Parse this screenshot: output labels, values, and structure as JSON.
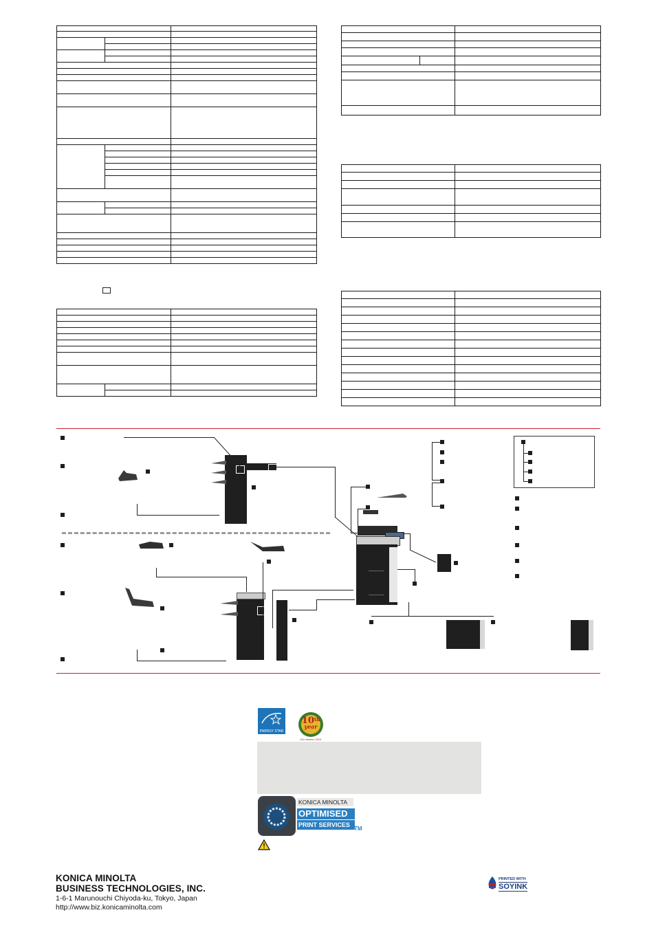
{
  "footer": {
    "company_line1": "KONICA MINOLTA",
    "company_line2": "BUSINESS TECHNOLOGIES, INC.",
    "address": "1-6-1 Marunouchi Chiyoda-ku, Tokyo, Japan",
    "url": "http://www.biz.konicaminolta.com"
  },
  "badges": {
    "energy_star": "ENERGY STAR",
    "anniversary_number": "10",
    "anniversary_suffix": "th",
    "anniversary_word": "year",
    "anniversary_since": "Our mission 2001",
    "ops_brand": "KONICA MINOLTA",
    "ops_title": "OPTIMISED",
    "ops_subtitle": "PRINT SERVICES",
    "ops_tm": "TM",
    "soy_printed": "PRINTED WITH",
    "soy_ink": "SOYINK"
  },
  "colors": {
    "red_rule": "#c8202a",
    "ops_blue": "#2a7fc1",
    "energy_blue": "#1d74b9",
    "note_box_gray": "#e3e4e1"
  }
}
